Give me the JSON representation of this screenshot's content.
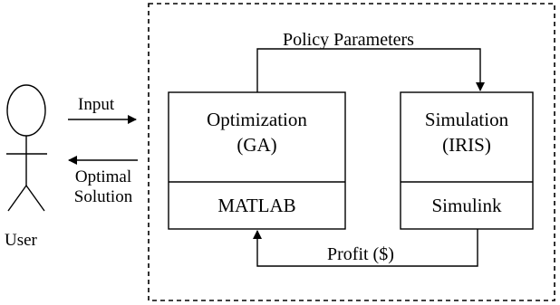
{
  "actor": {
    "label": "User"
  },
  "arrows": {
    "input_label": "Input",
    "output_label_line1": "Optimal",
    "output_label_line2": "Solution",
    "top_label": "Policy Parameters",
    "bottom_label": "Profit ($)"
  },
  "blocks": {
    "optimization": {
      "title_line1": "Optimization",
      "title_line2": "(GA)",
      "footer": "MATLAB"
    },
    "simulation": {
      "title_line1": "Simulation",
      "title_line2": "(IRIS)",
      "footer": "Simulink"
    }
  }
}
